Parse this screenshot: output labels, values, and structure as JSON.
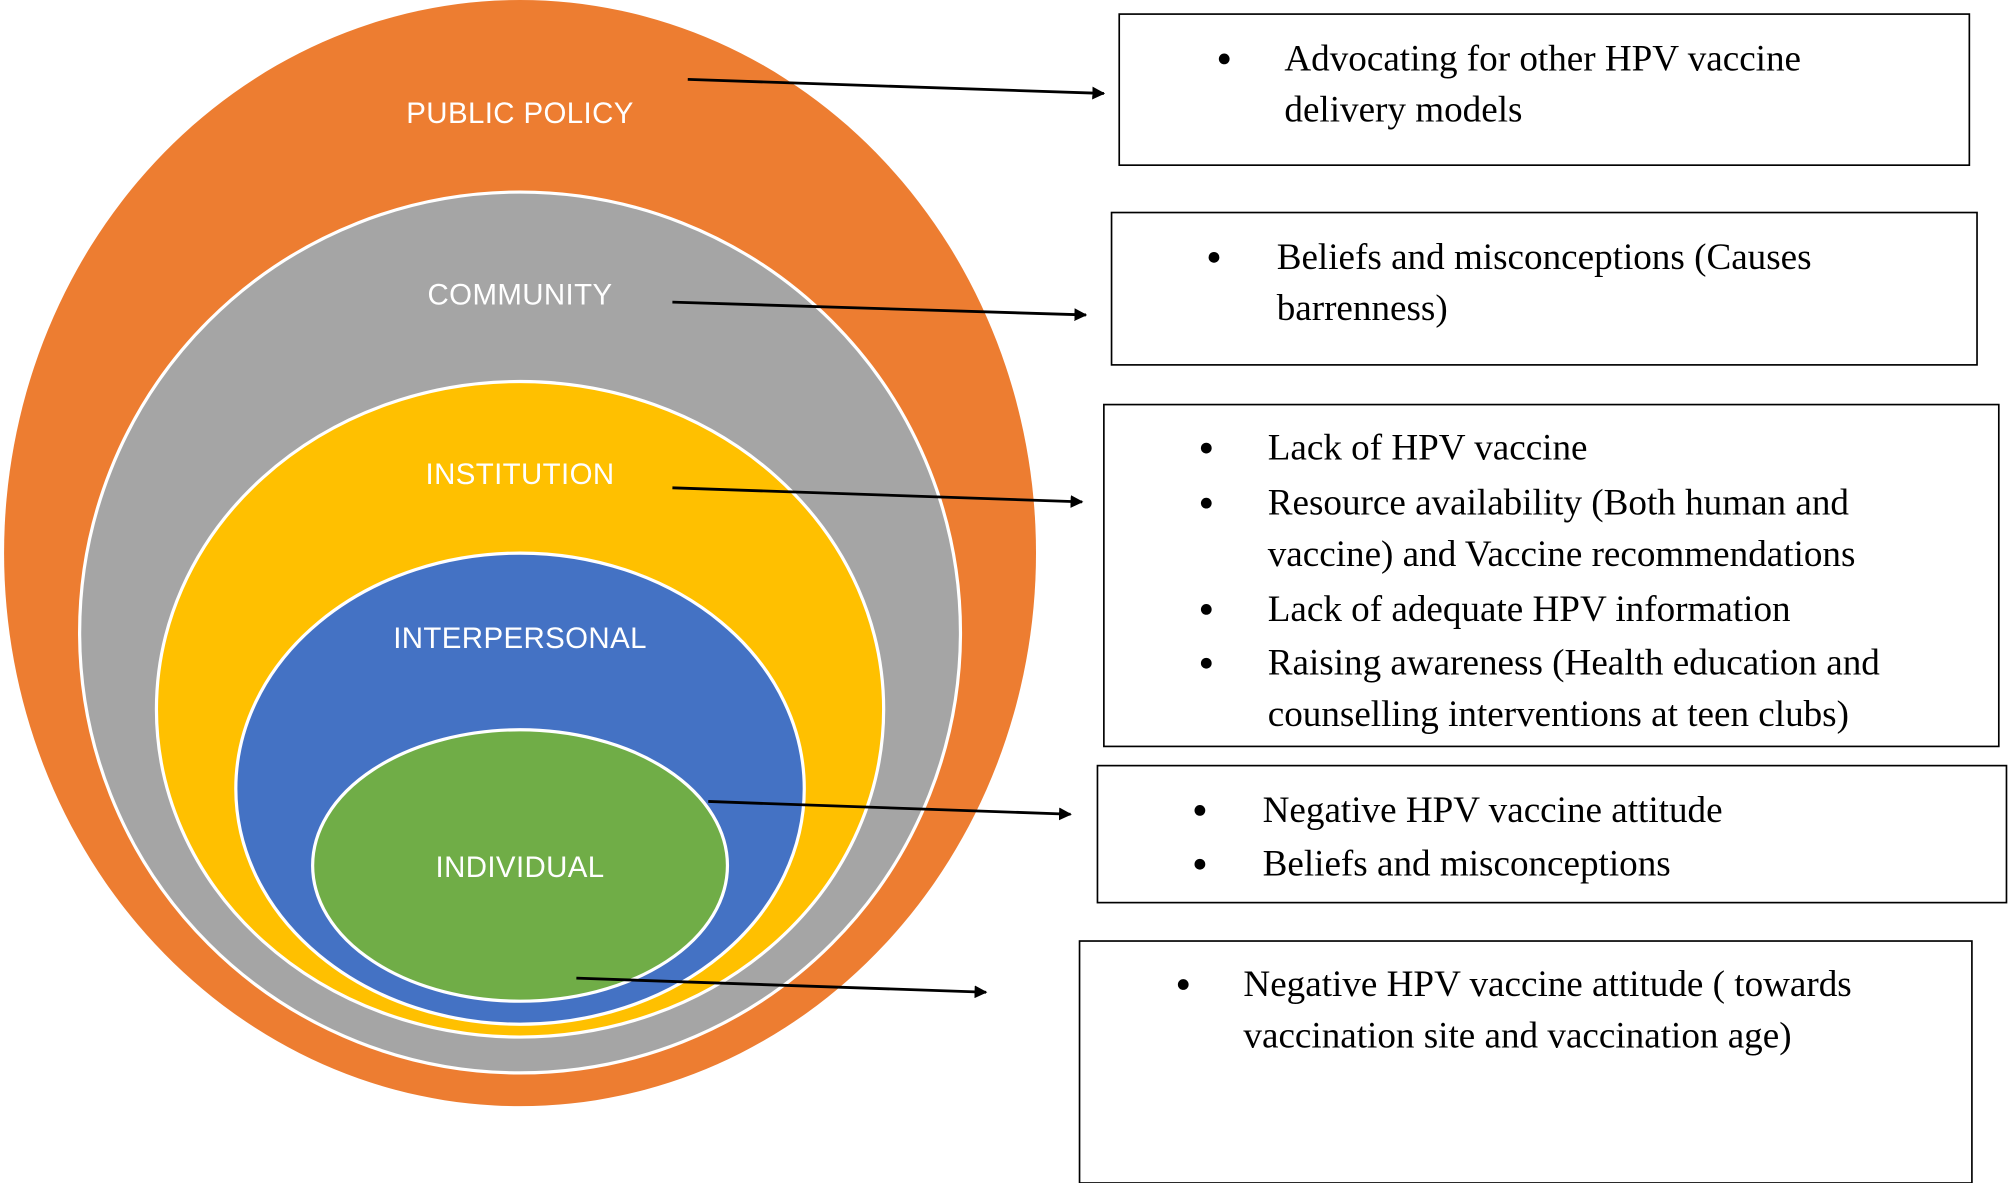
{
  "colors": {
    "public_policy": "#ED7D31",
    "community": "#A5A5A5",
    "institution": "#FFC000",
    "interpersonal": "#4472C4",
    "individual": "#70AD47",
    "ring_border": "#FFFFFF"
  },
  "levels": {
    "public_policy": "PUBLIC POLICY",
    "community": "COMMUNITY",
    "institution": "INSTITUTION",
    "interpersonal": "INTERPERSONAL",
    "individual": "INDIVIDUAL"
  },
  "boxes": [
    {
      "level": "public_policy",
      "items": [
        {
          "lines": [
            "Advocating for other HPV vaccine",
            "delivery models"
          ]
        }
      ]
    },
    {
      "level": "community",
      "items": [
        {
          "lines": [
            "Beliefs and misconceptions (Causes",
            "barrenness)"
          ]
        }
      ]
    },
    {
      "level": "institution",
      "items": [
        {
          "lines": [
            "Lack of HPV vaccine"
          ]
        },
        {
          "lines": [
            "Resource availability (Both human and",
            "vaccine) and  Vaccine recommendations"
          ]
        },
        {
          "lines": [
            "Lack of adequate HPV information"
          ]
        },
        {
          "lines": [
            " Raising awareness (Health education and",
            "counselling interventions at teen clubs)"
          ]
        }
      ]
    },
    {
      "level": "interpersonal",
      "items": [
        {
          "lines": [
            "Negative HPV vaccine attitude"
          ]
        },
        {
          "lines": [
            "Beliefs and misconceptions"
          ]
        }
      ]
    },
    {
      "level": "individual",
      "items": [
        {
          "lines": [
            "Negative HPV vaccine attitude ( towards",
            "vaccination site and vaccination age)"
          ]
        }
      ]
    }
  ]
}
